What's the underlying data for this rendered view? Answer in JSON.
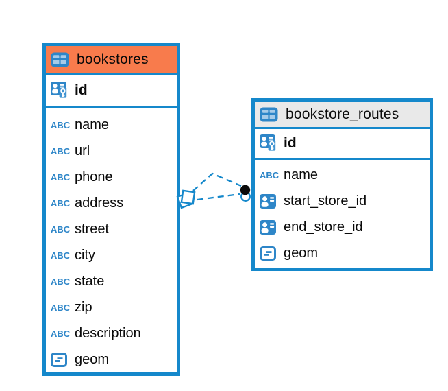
{
  "colors": {
    "accent_blue": "#1588cb",
    "icon_blue": "#2e86c8",
    "icon_cell_blue": "#a6cbe9",
    "key_badge_blue": "#3f93d1",
    "relation_line": "#1588cb",
    "relation_dot": "#0a0a0a"
  },
  "icons": {
    "text_glyph": "ABC"
  },
  "tables": [
    {
      "name": "bookstores",
      "header_color": "#f87b4c",
      "primary_key": {
        "name": "id",
        "icon": "primary-key-icon"
      },
      "columns": [
        {
          "name": "name",
          "icon": "text-type-icon"
        },
        {
          "name": "url",
          "icon": "text-type-icon"
        },
        {
          "name": "phone",
          "icon": "text-type-icon"
        },
        {
          "name": "address",
          "icon": "text-type-icon"
        },
        {
          "name": "street",
          "icon": "text-type-icon"
        },
        {
          "name": "city",
          "icon": "text-type-icon"
        },
        {
          "name": "state",
          "icon": "text-type-icon"
        },
        {
          "name": "zip",
          "icon": "text-type-icon"
        },
        {
          "name": "description",
          "icon": "text-type-icon"
        },
        {
          "name": "geom",
          "icon": "geometry-type-icon"
        }
      ]
    },
    {
      "name": "bookstore_routes",
      "header_color": "#e9e9e9",
      "primary_key": {
        "name": "id",
        "icon": "primary-key-icon"
      },
      "columns": [
        {
          "name": "name",
          "icon": "text-type-icon"
        },
        {
          "name": "start_store_id",
          "icon": "foreign-key-icon"
        },
        {
          "name": "end_store_id",
          "icon": "foreign-key-icon"
        },
        {
          "name": "geom",
          "icon": "geometry-type-icon"
        }
      ]
    }
  ],
  "relation": {
    "line_style": "dashed",
    "diamond_end_table": "bookstores",
    "dot_end_table": "bookstore_routes",
    "line_count": 2
  }
}
